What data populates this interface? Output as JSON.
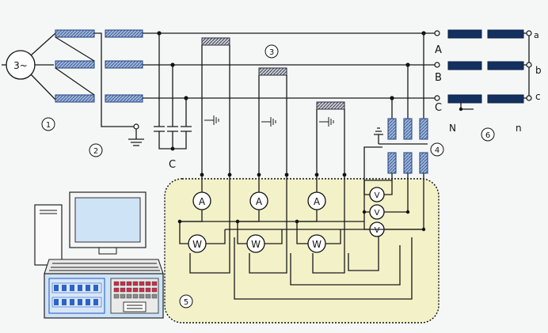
{
  "diagram": {
    "generator_label": "3~",
    "callouts": [
      "1",
      "2",
      "3",
      "4",
      "5",
      "6"
    ],
    "line_labels": [
      "A",
      "B",
      "C"
    ],
    "output_labels": [
      "a",
      "b",
      "c"
    ],
    "neutral_label": "N",
    "load_neutral_label": "n",
    "capacitor_label": "C",
    "ammeter_label": "A",
    "wattmeter_label": "W",
    "voltmeter_label": "V",
    "colors": {
      "coil": "#9fb4d8",
      "transformer_core": "#14305f",
      "measurement_zone": "#f3f1c8",
      "monitor_screen": "#cfe3f7",
      "display_digits": "#2c63c9"
    }
  }
}
